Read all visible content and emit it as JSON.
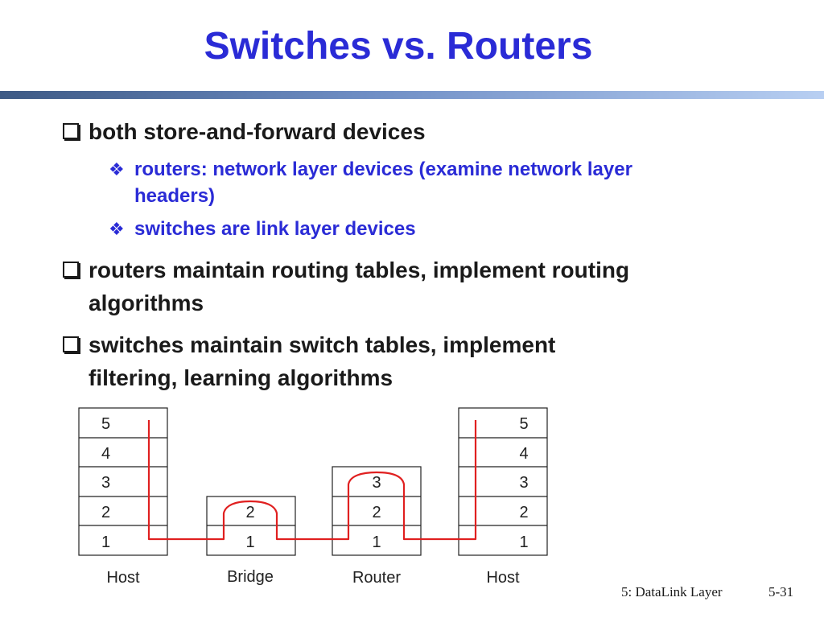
{
  "slide": {
    "title": "Switches vs. Routers",
    "bullets": [
      {
        "text_lines": [
          "both store-and-forward devices"
        ],
        "sub": [
          {
            "text_lines": [
              "routers: network layer devices (examine network layer",
              "headers)"
            ]
          },
          {
            "text_lines": [
              "switches are link layer devices"
            ]
          }
        ]
      },
      {
        "text_lines": [
          "routers maintain routing tables, implement routing",
          "algorithms"
        ],
        "sub": []
      },
      {
        "text_lines": [
          "switches maintain switch tables, implement",
          "filtering, learning algorithms"
        ],
        "sub": []
      }
    ]
  },
  "diagram": {
    "devices": [
      {
        "label": "Host",
        "layers": [
          "5",
          "4",
          "3",
          "2",
          "1"
        ]
      },
      {
        "label": "Bridge",
        "layers": [
          "2",
          "1"
        ]
      },
      {
        "label": "Router",
        "layers": [
          "3",
          "2",
          "1"
        ]
      },
      {
        "label": "Host",
        "layers": [
          "5",
          "4",
          "3",
          "2",
          "1"
        ]
      }
    ],
    "path_color": "#e02020"
  },
  "footer": {
    "chapter": "5: DataLink Layer",
    "page": "5-31"
  },
  "colors": {
    "title": "#2a2bd6",
    "sub_bullet": "#2a2bd6",
    "bullet": "#1a1a1a"
  },
  "icons": {
    "bullet": "square-bullet-icon",
    "sub_bullet": "diamond-bullet-icon"
  }
}
